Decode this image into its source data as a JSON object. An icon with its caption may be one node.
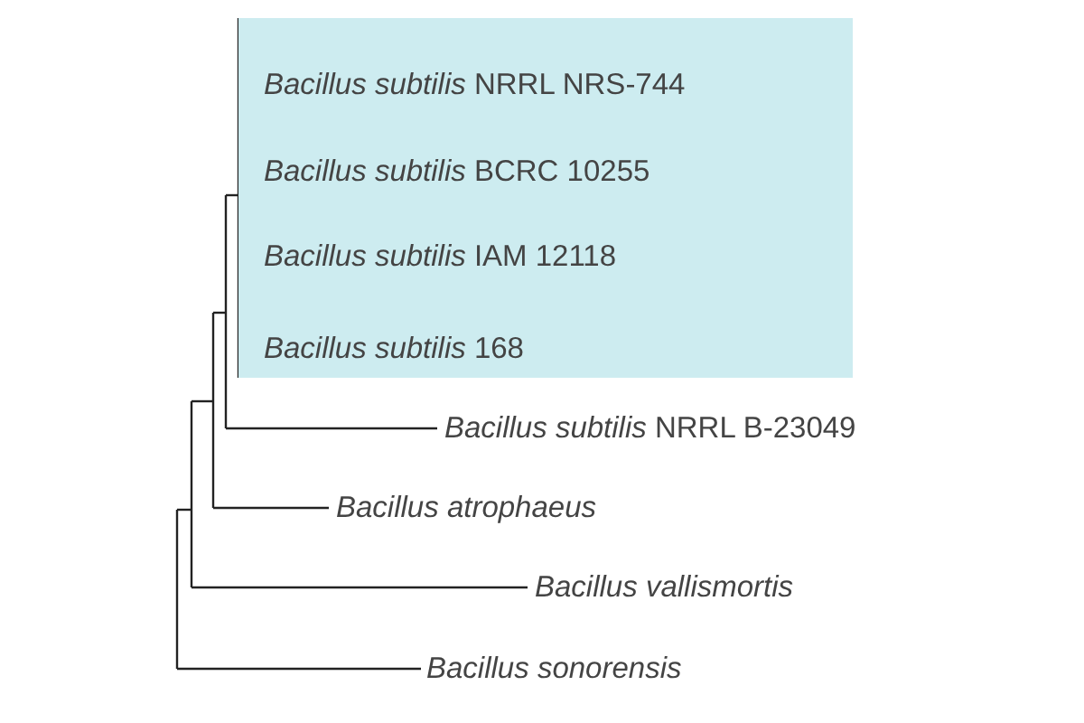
{
  "diagram": {
    "nodes": [
      {
        "text": [],
        "shape": "box"
      },
      {
        "text": [
          "*Bacillus subtilis* NRRL NRS-744"
        ],
        "in": 0
      },
      {
        "text": [
          "*Bacillus subtilis* BCRC 10255"
        ],
        "in": 0
      },
      {
        "text": [
          "*Bacillus subtilis* IAM 12118"
        ],
        "in": 0
      },
      {
        "text": [
          "*Bacillus subtilis* 168"
        ],
        "in": 0
      },
      {
        "text": [
          "*Bacillus subtilis* NRRL B-23049"
        ]
      },
      {
        "text": [
          "Bacillus atrophaeus"
        ]
      },
      {
        "text": [
          "Bacillus vallismortis"
        ]
      },
      {
        "text": [
          "Bacillus sonorensis"
        ]
      }
    ]
  }
}
